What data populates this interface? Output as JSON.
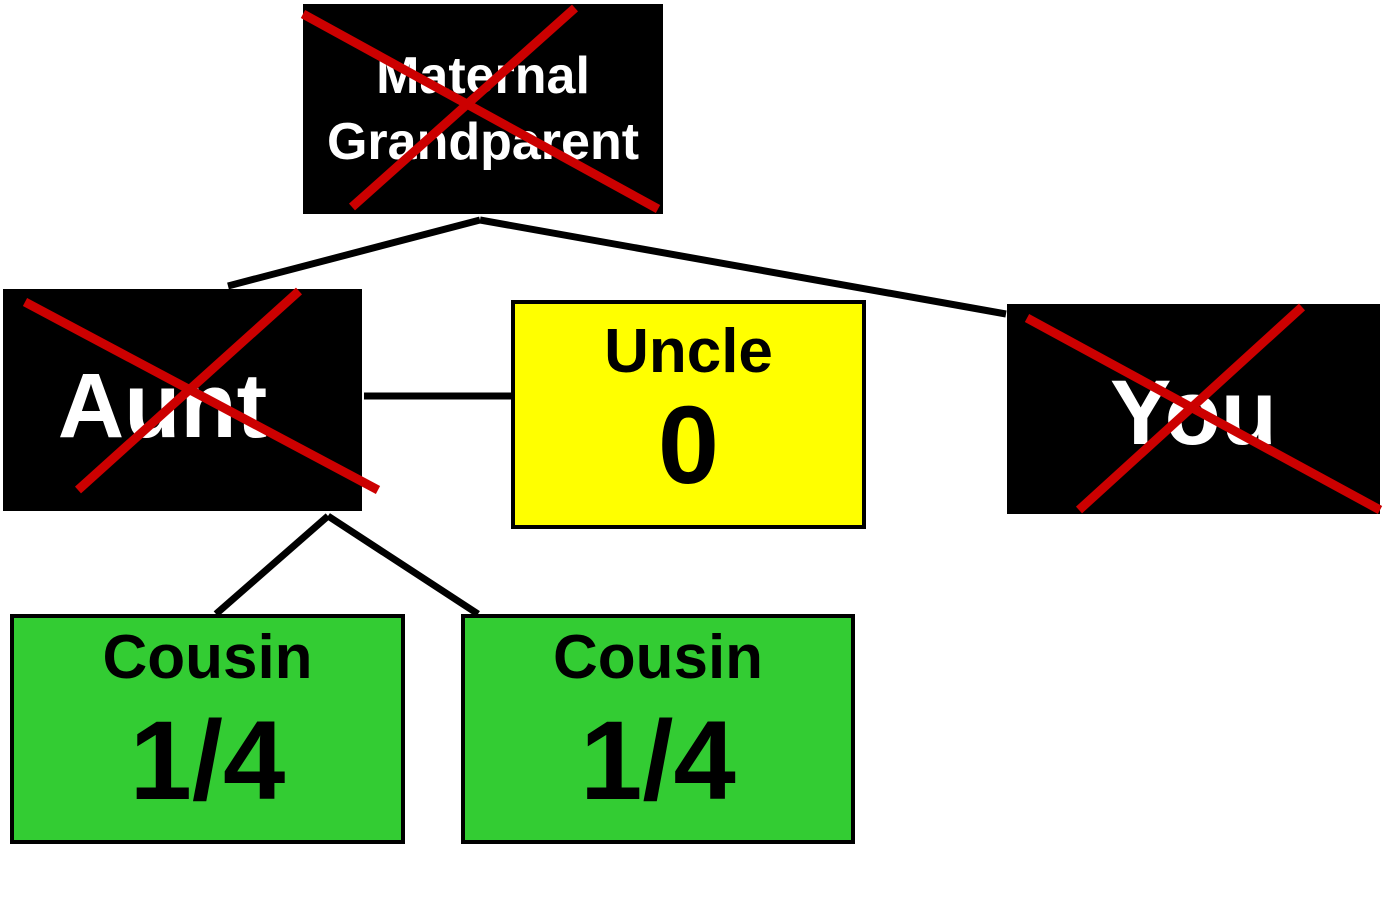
{
  "colors": {
    "deceased_fill": "#000000",
    "deceased_text": "#ffffff",
    "cross": "#cc0000",
    "uncle_fill": "#ffff00",
    "cousin_fill": "#33cc33",
    "line": "#000000"
  },
  "nodes": {
    "grandparent": {
      "line1": "Maternal",
      "line2": "Grandparent",
      "deceased": true
    },
    "aunt": {
      "label": "Aunt",
      "deceased": true
    },
    "uncle": {
      "label": "Uncle",
      "share": "0"
    },
    "you": {
      "label": "You",
      "deceased": true
    },
    "cousin_1": {
      "label": "Cousin",
      "share": "1/4"
    },
    "cousin_2": {
      "label": "Cousin",
      "share": "1/4"
    }
  }
}
